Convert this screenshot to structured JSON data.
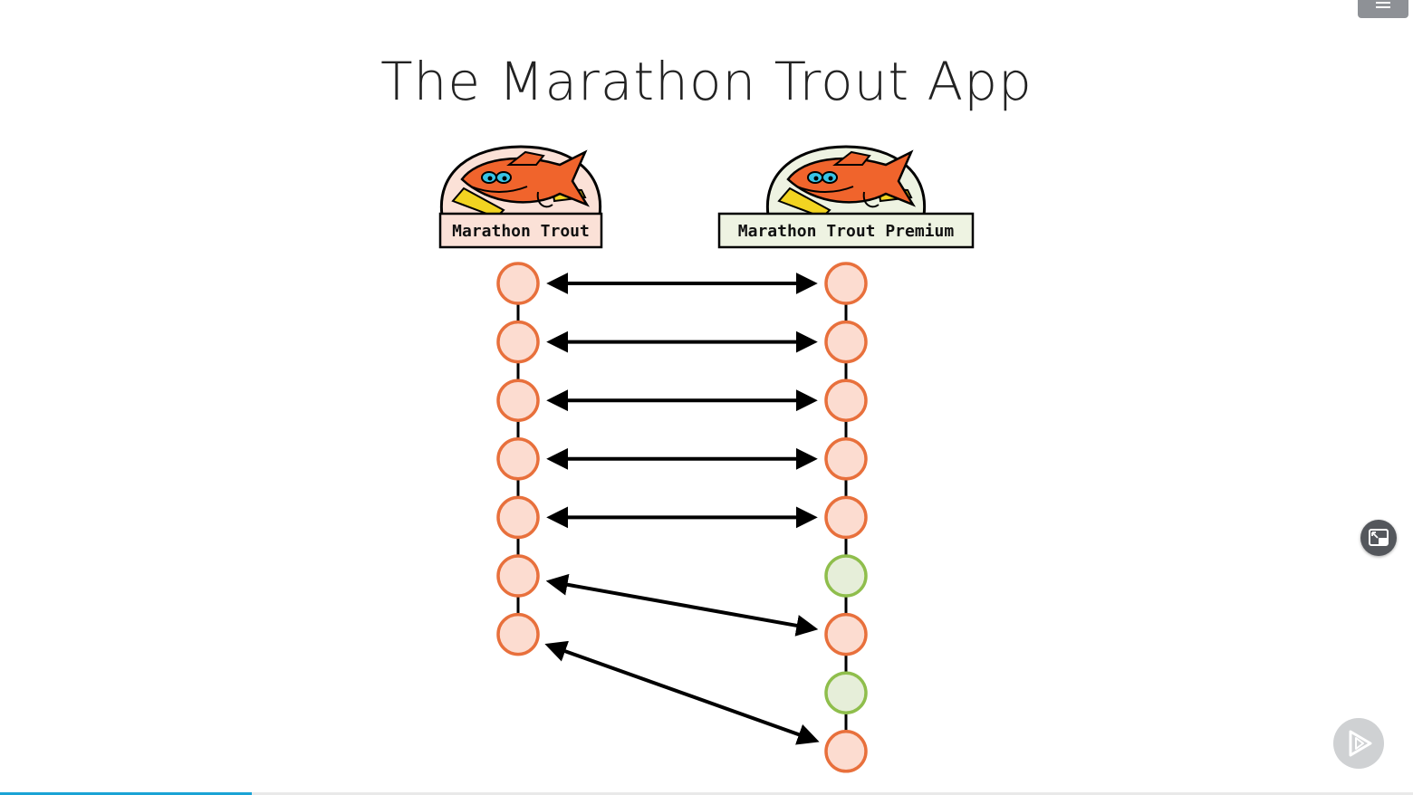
{
  "slide": {
    "title": "The Marathon Trout App"
  },
  "apps": {
    "left": {
      "label": "Marathon Trout",
      "badge_color": "#fbe1d7"
    },
    "right": {
      "label": "Marathon Trout Premium",
      "badge_color": "#eef3e2"
    }
  },
  "colors": {
    "orange_stroke": "#e8703c",
    "orange_fill": "#fcdcd0",
    "green_stroke": "#8fbe4c",
    "green_fill": "#e6eed9",
    "fish_body": "#f0642c",
    "fish_eye": "#38c4e6",
    "fish_shoe": "#f2d421",
    "progress": "#1aa3d5"
  },
  "commits": {
    "left": [
      "orange",
      "orange",
      "orange",
      "orange",
      "orange",
      "orange",
      "orange"
    ],
    "right": [
      "orange",
      "orange",
      "orange",
      "orange",
      "orange",
      "green",
      "orange",
      "green",
      "orange"
    ]
  },
  "links": [
    [
      0,
      0
    ],
    [
      1,
      1
    ],
    [
      2,
      2
    ],
    [
      3,
      3
    ],
    [
      4,
      4
    ],
    [
      5,
      6
    ],
    [
      6,
      8
    ]
  ],
  "controls": {
    "menu_icon": "hamburger-icon",
    "pip_icon": "picture-in-picture-icon",
    "play_icon": "play-icon"
  },
  "playback": {
    "progress": 0.178
  }
}
